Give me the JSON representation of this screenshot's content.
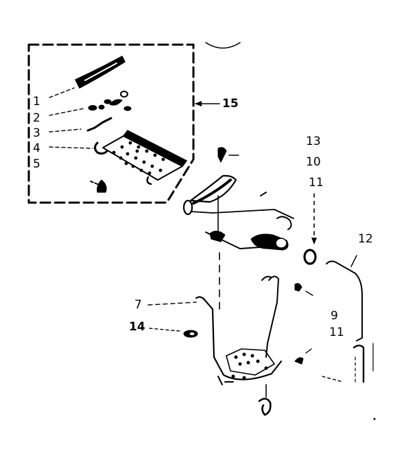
{
  "diagram": {
    "title": "",
    "ink_color": "#000000",
    "background_color": "#ffffff",
    "callouts": {
      "c1": "1",
      "c2": "2",
      "c3": "3",
      "c4": "4",
      "c5": "5",
      "c15": "15",
      "c13": "13",
      "c10": "10",
      "c11a": "11",
      "c12": "12",
      "c7": "7",
      "c14": "14",
      "c9": "9",
      "c11b": "11"
    }
  }
}
